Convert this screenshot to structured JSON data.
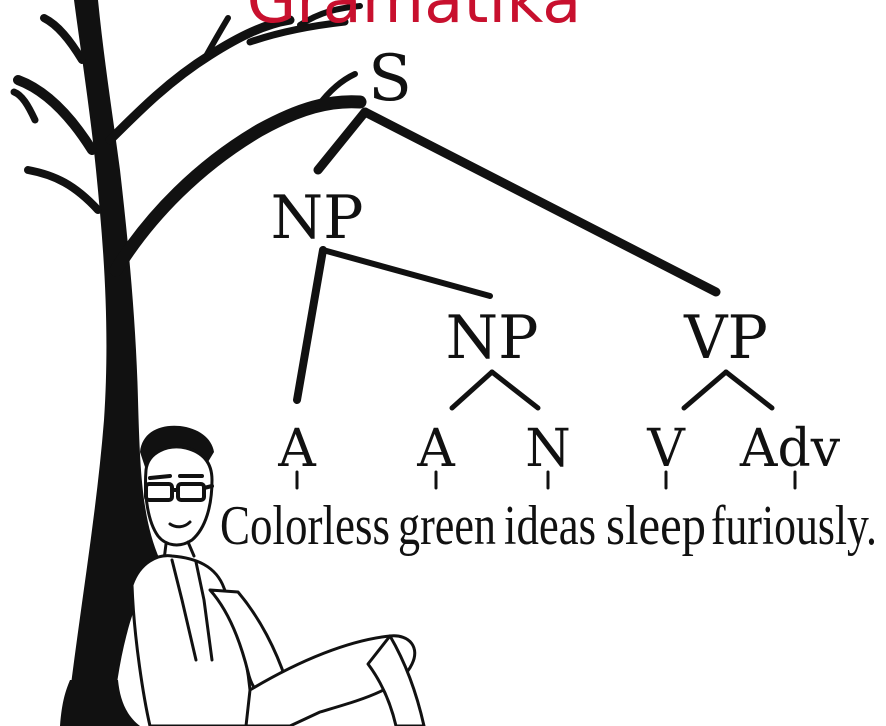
{
  "title": "Gramatika",
  "colors": {
    "title": "#c8102e",
    "ink": "#111111",
    "background": "#ffffff"
  },
  "tree": {
    "root": "S",
    "subject_np": "NP",
    "inner_np": "NP",
    "vp": "VP",
    "a1": "A",
    "a2": "A",
    "n": "N",
    "v": "V",
    "adv": "Adv"
  },
  "sentence": {
    "w1": "Colorless",
    "w2": "green",
    "w3": "ideas",
    "w4": "sleep",
    "w5": "furiously."
  },
  "illustration": {
    "subjects": [
      "tree",
      "seated-man"
    ]
  }
}
